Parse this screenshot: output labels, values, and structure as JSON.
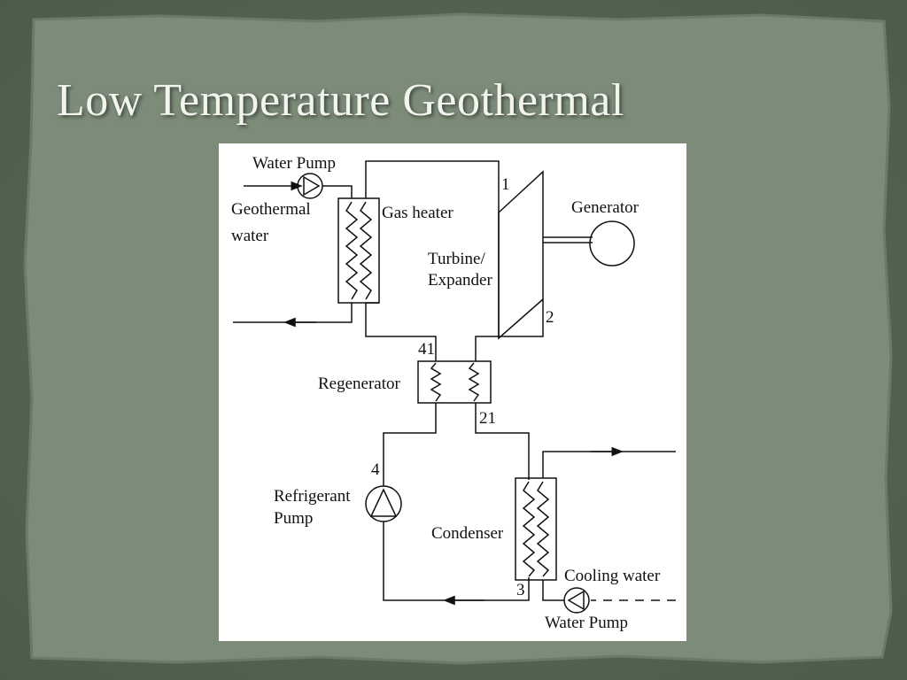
{
  "slide": {
    "title": "Low Temperature Geothermal"
  },
  "colors": {
    "background": "#5b6b58",
    "panel": "#7d8c79",
    "title": "#f2f4ee",
    "diagram_bg": "#ffffff",
    "line": "#111111"
  },
  "diagram": {
    "labels": {
      "water_pump_top": "Water Pump",
      "geothermal": "Geothermal",
      "water": "water",
      "gas_heater": "Gas heater",
      "generator": "Generator",
      "turbine": "Turbine/",
      "expander": "Expander",
      "regenerator": "Regenerator",
      "refrigerant": "Refrigerant",
      "pump": "Pump",
      "condenser": "Condenser",
      "cooling_water": "Cooling water",
      "water_pump_bottom": "Water Pump"
    },
    "state_points": {
      "p1": "1",
      "p2": "2",
      "p41": "41",
      "p21": "21",
      "p4": "4",
      "p3": "3"
    }
  }
}
